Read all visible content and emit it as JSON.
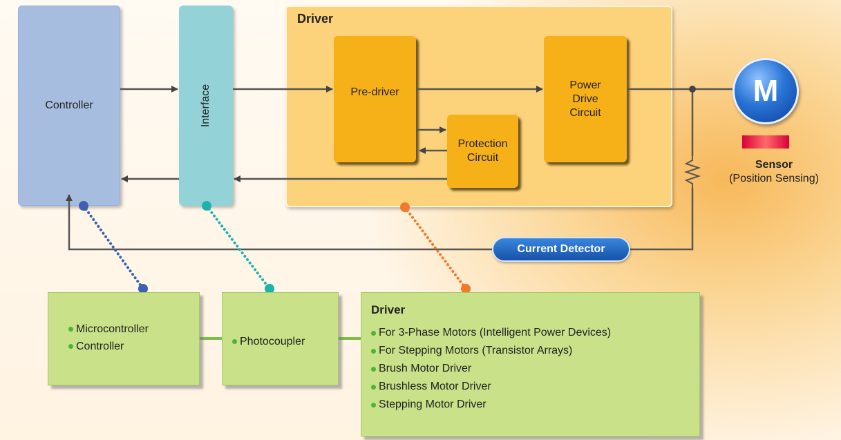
{
  "blocks": {
    "controller": "Controller",
    "interface": "Interface",
    "driver_title": "Driver",
    "pre_driver": "Pre-driver",
    "power_drive": "Power\nDrive\nCircuit",
    "protection": "Protection\nCircuit",
    "motor": "M",
    "sensor_title": "Sensor",
    "sensor_sub": "(Position Sensing)",
    "current_detector": "Current Detector"
  },
  "details": {
    "controller_items": [
      "Microcontroller",
      "Controller"
    ],
    "interface_items": [
      "Photocoupler"
    ],
    "driver_title": "Driver",
    "driver_items": [
      "For 3-Phase Motors (Intelligent Power Devices)",
      "For Stepping Motors (Transistor Arrays)",
      "Brush Motor Driver",
      "Brushless Motor Driver",
      "Stepping Motor Driver"
    ]
  },
  "colors": {
    "controller": "#a6bde0",
    "interface": "#93d3d8",
    "driver": "#fcd27a",
    "block_orange": "#f6b018",
    "motor_blue": "#2a75d6",
    "detail_green": "#c9e188",
    "controller_link": "#3d5fb5",
    "interface_link": "#1ab3ae",
    "driver_link": "#f07a2a"
  }
}
